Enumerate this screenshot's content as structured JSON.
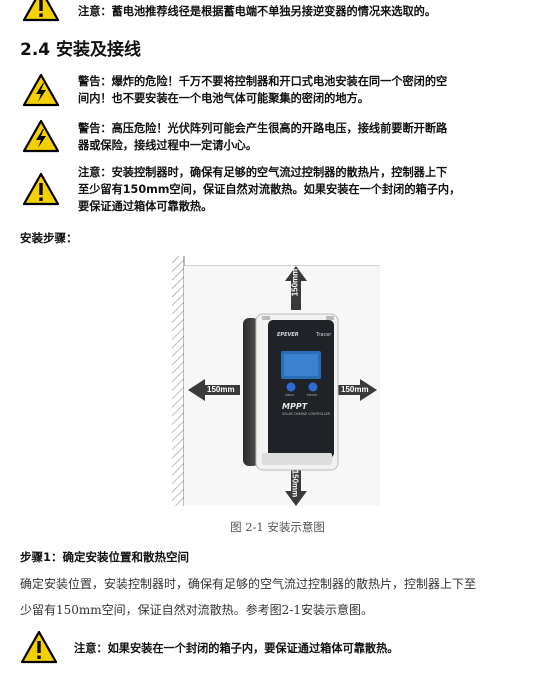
{
  "notes": {
    "top_note": "注意：蓄电池推荐线径是根据蓄电端不单独另接逆变器的情况来选取的。",
    "warning_explosion_line1": "警告：爆炸的危险！千万不要将控制器和开口式电池安装在同一个密闭的空",
    "warning_explosion_line2": "间内！也不要安装在一个电池气体可能聚集的密闭的地方。",
    "warning_voltage_line1": "警告：高压危险！光伏阵列可能会产生很高的开路电压，接线前要断开断路",
    "warning_voltage_line2": "器或保险，接线过程中一定请小心。",
    "note_heatsink_line1": "注意：安装控制器时，确保有足够的空气流过控制器的散热片，控制器上下",
    "note_heatsink_line2": "至少留有150mm空间，保证自然对流散热。如果安装在一个封闭的箱子内，",
    "note_heatsink_line3": "要保证通过箱体可靠散热。",
    "bottom_note": "注意：如果安装在一个封闭的箱子内，要保证通过箱体可靠散热。"
  },
  "section": {
    "title": "2.4 安装及接线"
  },
  "install_steps_heading": "安装步骤：",
  "figure": {
    "caption": "图 2-1 安装示意图",
    "dim_top": "150mm",
    "dim_bottom": "150mm",
    "dim_left": "150mm",
    "dim_right": "150mm",
    "device_brand": "EPEVER",
    "device_model": "Tracer",
    "device_name": "MPPT",
    "device_subtitle": "SOLAR CHARGE CONTROLLER",
    "btn_left": "MENU",
    "btn_right": "ENTER"
  },
  "step1": {
    "title": "步骤1：确定安装位置和散热空间",
    "body_line1": "确定安装位置，安装控制器时，确保有足够的空气流过控制器的散热片，控制器上下至",
    "body_line2": "少留有150mm空间，保证自然对流散热。参考图2-1安装示意图。"
  },
  "colors": {
    "warning_yellow": "#f5d000",
    "arrow_dark": "#3a3a3a",
    "device_body": "#f2f2f2",
    "device_panel": "#1f2227",
    "screen_blue": "#2c6db8",
    "button_blue": "#2a6ed3"
  }
}
